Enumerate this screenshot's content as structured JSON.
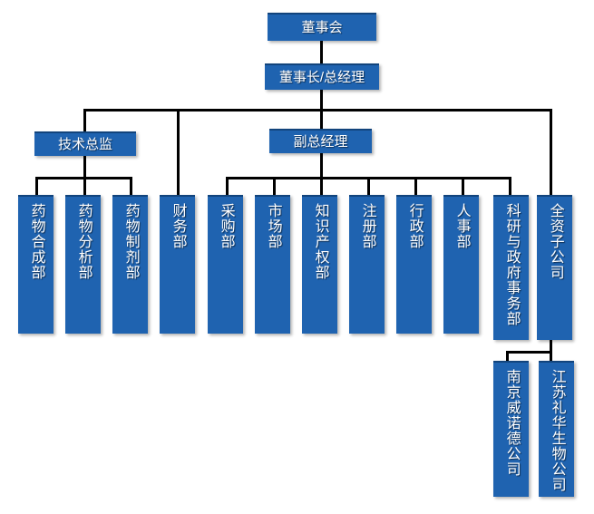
{
  "chart": {
    "type": "org-chart",
    "title": "",
    "box_color": "#1F63B0",
    "line_color": "#000000",
    "text_color": "#FFFFFF"
  },
  "nodes": {
    "board": {
      "label": "董事会"
    },
    "chairman": {
      "label": "董事长/总经理"
    },
    "tech_director": {
      "label": "技术总监"
    },
    "deputy_gm": {
      "label": "副总经理"
    },
    "dept_01": {
      "label": "药物合成部"
    },
    "dept_02": {
      "label": "药物分析部"
    },
    "dept_03": {
      "label": "药物制剂部"
    },
    "dept_04": {
      "label": "财务部"
    },
    "dept_05": {
      "label": "采购部"
    },
    "dept_06": {
      "label": "市场部"
    },
    "dept_07": {
      "label": "知识产权部"
    },
    "dept_08": {
      "label": "注册部"
    },
    "dept_09": {
      "label": "行政部"
    },
    "dept_10": {
      "label": "人事部"
    },
    "dept_11": {
      "label": "科研与政府事务部"
    },
    "dept_12": {
      "label": "全资子公司"
    },
    "sub_01": {
      "label": "南京威诺德公司"
    },
    "sub_02": {
      "label": "江苏礼华生物公司"
    }
  }
}
